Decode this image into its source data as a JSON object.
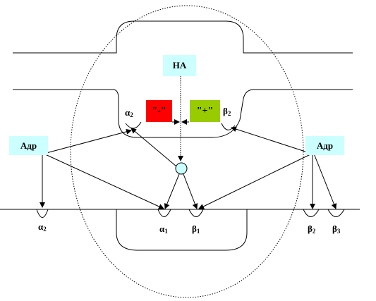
{
  "nodes": {
    "na": "НА",
    "minus": "\"-\"",
    "plus": "\"+\"",
    "adr_left": "Адр",
    "adr_right": "Адр"
  },
  "receptors": {
    "alpha2_top": {
      "base": "α",
      "sub": "2"
    },
    "beta2_top": {
      "base": "β",
      "sub": "2"
    },
    "alpha2_bottom": {
      "base": "α",
      "sub": "2"
    },
    "alpha1": {
      "base": "α",
      "sub": "1"
    },
    "beta1": {
      "base": "β",
      "sub": "1"
    },
    "beta2_bottom": {
      "base": "β",
      "sub": "2"
    },
    "beta3": {
      "base": "β",
      "sub": "3"
    }
  },
  "colors": {
    "na_fill": "#CCFFFF",
    "adr_fill": "#CCFFFF",
    "minus_fill": "#FF0000",
    "plus_fill": "#99CC00",
    "vesicle_fill": "#CCFFFF",
    "line": "#000000"
  }
}
